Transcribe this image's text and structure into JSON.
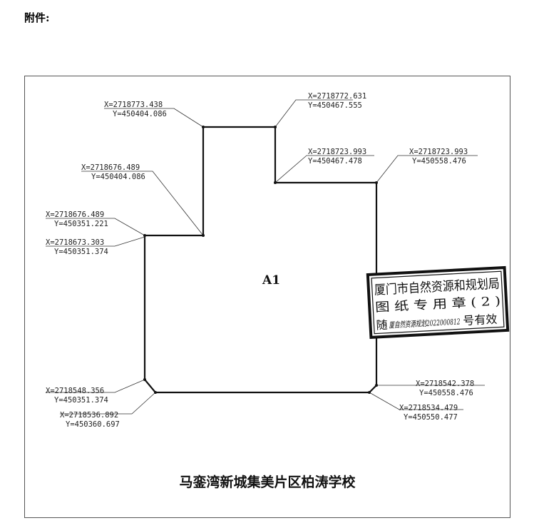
{
  "header": {
    "label": "附件:"
  },
  "parcel": {
    "id": "A1"
  },
  "caption": "马銮湾新城集美片区柏涛学校",
  "points": [
    {
      "x": "X=2718773.438",
      "y": "Y=450404.086"
    },
    {
      "x": "X=2718772.631",
      "y": "Y=450467.555"
    },
    {
      "x": "X=2718723.993",
      "y": "Y=450467.478"
    },
    {
      "x": "X=2718723.993",
      "y": "Y=450558.476"
    },
    {
      "x": "X=2718676.489",
      "y": "Y=450404.086"
    },
    {
      "x": "X=2718676.489",
      "y": "Y=450351.221"
    },
    {
      "x": "X=2718673.303",
      "y": "Y=450351.374"
    },
    {
      "x": "X=2718548.356",
      "y": "Y=450351.374"
    },
    {
      "x": "X=2718536.892",
      "y": "Y=450360.697"
    },
    {
      "x": "X=2718542.378",
      "y": "Y=450558.476"
    },
    {
      "x": "X=2718534.479",
      "y": "Y=450550.477"
    }
  ],
  "stamp": {
    "line1": "厦门市自然资源和规划局",
    "line2": "图 纸 专 用 章 ( 2 )",
    "line3_prefix": "随",
    "line3_handwritten": "厦自然资源规划2022000812",
    "line3_suffix": "号有效"
  }
}
